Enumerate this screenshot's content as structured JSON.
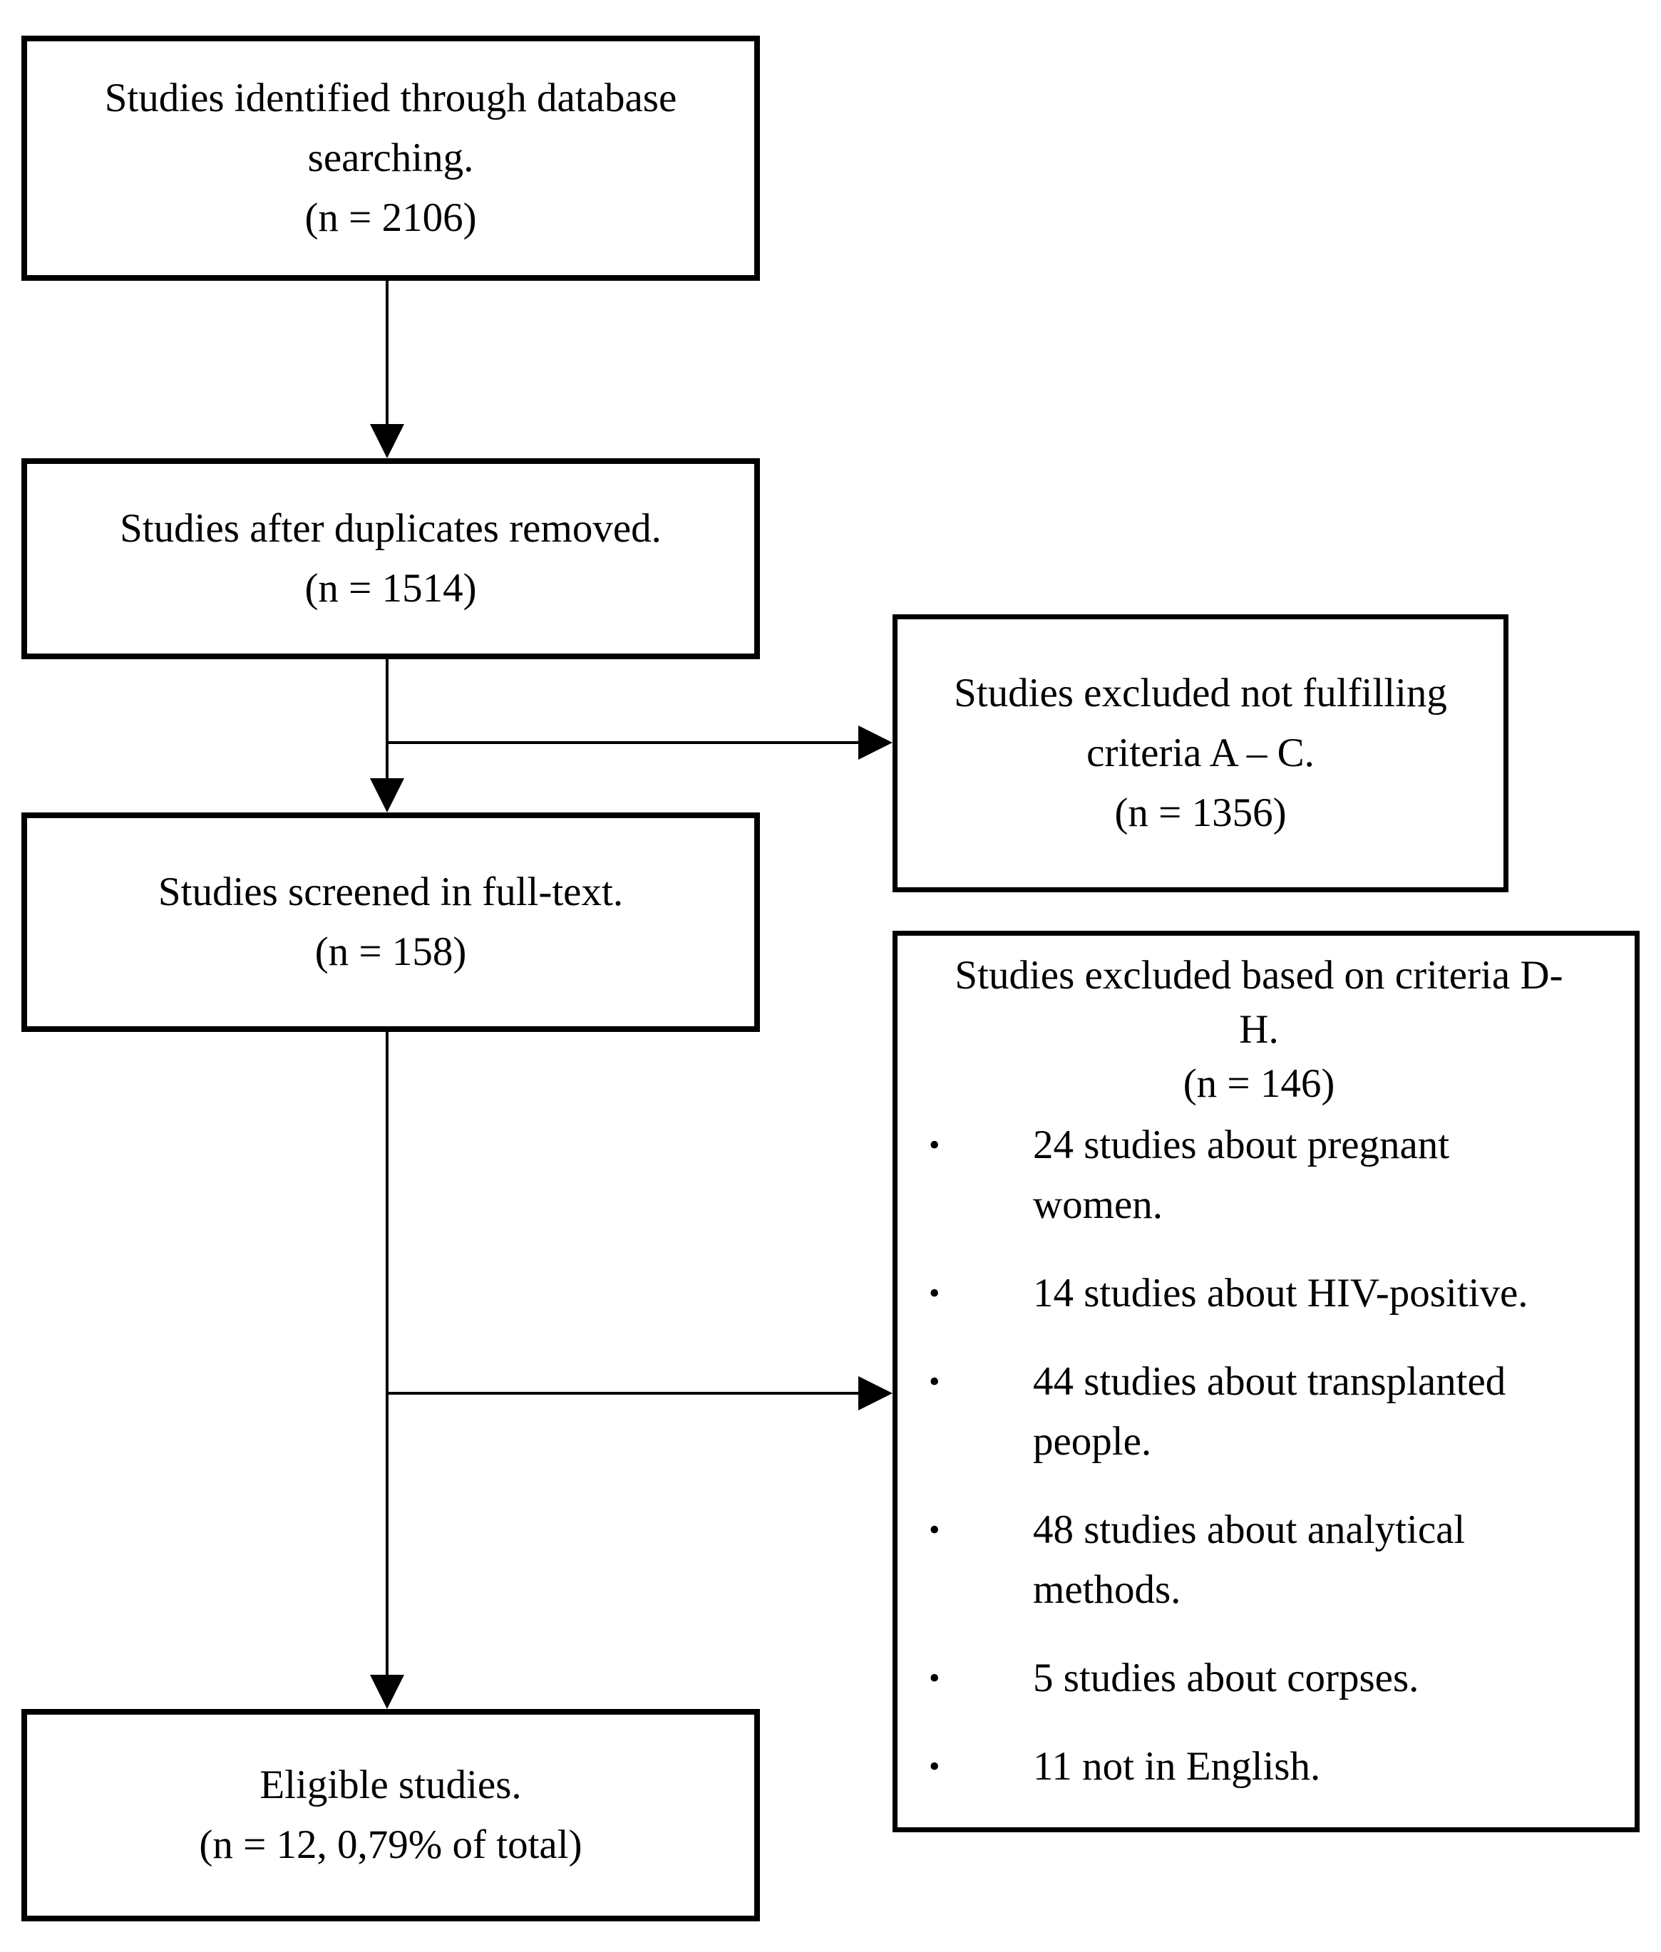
{
  "diagram": {
    "colors": {
      "ink": "#000000",
      "paper": "#ffffff"
    },
    "bullet_char": "•",
    "boxes": {
      "identified": {
        "lines": [
          "Studies identified through database",
          "searching.",
          "(n = 2106)"
        ]
      },
      "after_duplicates": {
        "lines": [
          "Studies after duplicates removed.",
          "(n = 1514)"
        ]
      },
      "screened_fulltext": {
        "lines": [
          "Studies screened in full-text.",
          "(n = 158)"
        ]
      },
      "excluded_ac": {
        "lines": [
          "Studies excluded not fulfilling",
          "criteria A – C.",
          "(n = 1356)"
        ]
      },
      "excluded_dh": {
        "header_lines": [
          "Studies excluded based on criteria D-",
          "H.",
          "(n = 146)"
        ],
        "items": [
          {
            "lines": [
              "24 studies about pregnant",
              "women."
            ]
          },
          {
            "lines": [
              "14 studies about HIV-positive.",
              ""
            ]
          },
          {
            "lines": [
              "44 studies about transplanted",
              "people."
            ]
          },
          {
            "lines": [
              "48 studies about analytical",
              "methods."
            ]
          },
          {
            "lines": [
              "5 studies about corpses.",
              ""
            ]
          },
          {
            "lines": [
              "11 not in English.",
              ""
            ]
          }
        ]
      },
      "eligible": {
        "lines": [
          "Eligible studies.",
          "(n = 12, 0,79% of total)"
        ]
      }
    }
  }
}
